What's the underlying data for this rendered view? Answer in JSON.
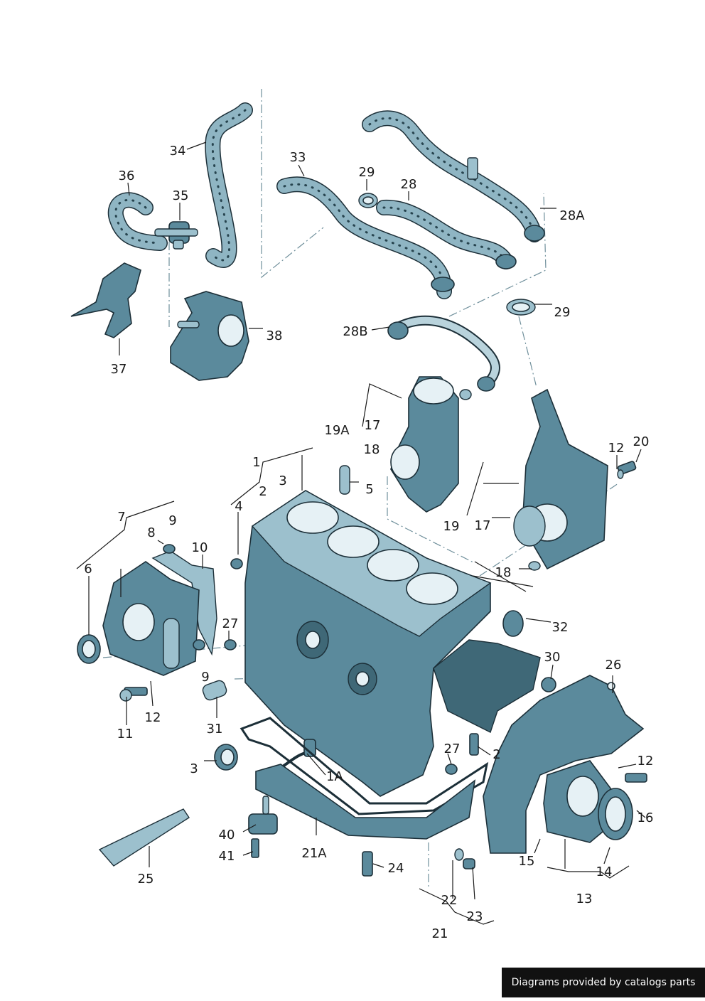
{
  "callouts": [
    "1",
    "1A",
    "2",
    "3",
    "4",
    "5",
    "6",
    "7",
    "8",
    "9",
    "10",
    "11",
    "12",
    "13",
    "14",
    "15",
    "16",
    "17",
    "18",
    "19",
    "19A",
    "20",
    "21",
    "21A",
    "22",
    "23",
    "24",
    "25",
    "26",
    "27",
    "28",
    "28A",
    "28B",
    "29",
    "30",
    "31",
    "32",
    "33",
    "34",
    "35",
    "36",
    "37",
    "38",
    "40",
    "41"
  ],
  "watermark": "Diagrams provided by catalogs parts",
  "colors": {
    "part": "#5b8a9c",
    "part_light": "#9cc0cd",
    "outline": "#1c2f38",
    "leader": "#1a1a1a"
  }
}
